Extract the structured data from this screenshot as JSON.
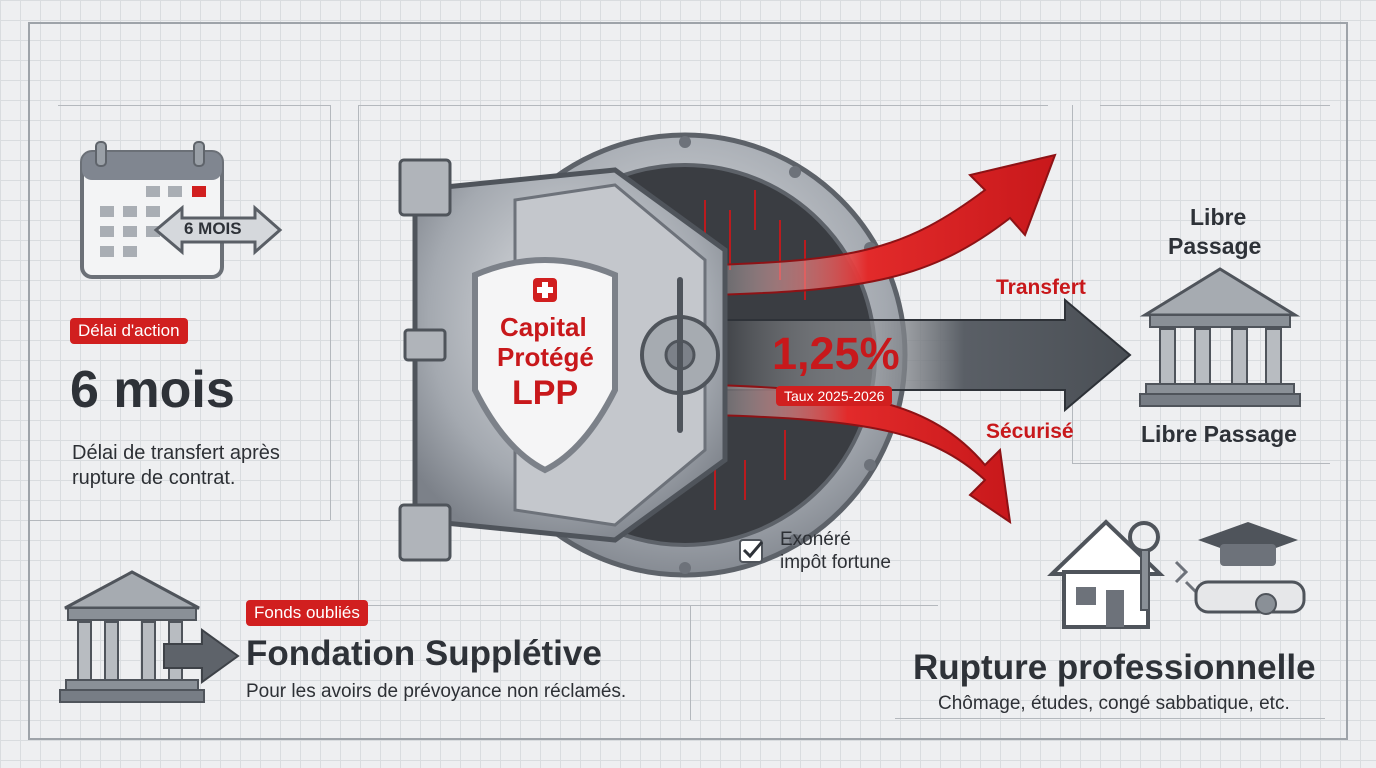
{
  "delai": {
    "calendar_badge": "6 MOIS",
    "badge": "Délai d'action",
    "value": "6 mois",
    "desc_line1": "Délai de transfert après",
    "desc_line2": "rupture de contrat."
  },
  "vault": {
    "shield_line1": "Capital",
    "shield_line2": "Protégé",
    "shield_line3": "LPP",
    "rate": "1,25%",
    "rate_badge": "Taux 2025-2026",
    "label_transfert": "Transfert",
    "label_securise": "Sécurisé",
    "exonere_line1": "Exonéré",
    "exonere_line2": "impôt fortune"
  },
  "libre_passage": {
    "title_line1": "Libre",
    "title_line2": "Passage",
    "caption": "Libre Passage"
  },
  "fondation": {
    "badge": "Fonds oubliés",
    "title": "Fondation Supplétive",
    "desc": "Pour les avoirs de prévoyance non réclamés."
  },
  "rupture": {
    "title": "Rupture professionnelle",
    "desc": "Chômage, études, congé sabbatique, etc."
  },
  "colors": {
    "accent_red": "#d11f1f",
    "steel": "#a9adb3",
    "dark_gray": "#2e3238"
  }
}
